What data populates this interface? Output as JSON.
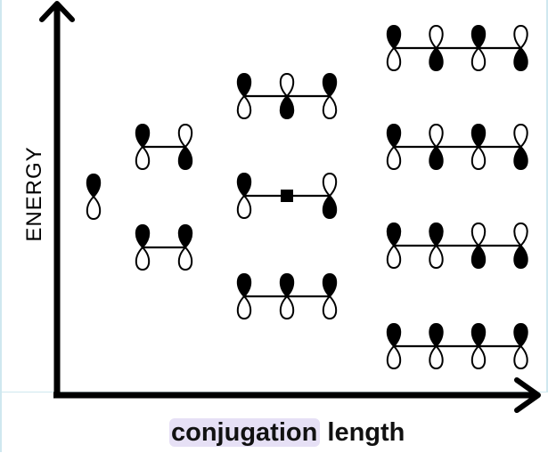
{
  "diagram": {
    "y_axis_label": "ENERGY",
    "x_axis_label_highlight": "conjugation",
    "x_axis_label_rest": " length",
    "columns": [
      {
        "orbitals": [
          {
            "lobes": [
              "up"
            ]
          }
        ]
      },
      {
        "orbitals": [
          {
            "lobes": [
              "up",
              "down"
            ]
          },
          {
            "lobes": [
              "up",
              "up"
            ]
          }
        ]
      },
      {
        "orbitals": [
          {
            "lobes": [
              "up",
              "down",
              "up"
            ]
          },
          {
            "lobes": [
              "up",
              "node",
              "down"
            ]
          },
          {
            "lobes": [
              "up",
              "up",
              "up"
            ]
          }
        ]
      },
      {
        "orbitals": [
          {
            "lobes": [
              "up",
              "down",
              "up",
              "down"
            ]
          },
          {
            "lobes": [
              "up",
              "down",
              "up",
              "down"
            ]
          },
          {
            "lobes": [
              "up",
              "up",
              "down",
              "down"
            ]
          },
          {
            "lobes": [
              "up",
              "up",
              "up",
              "up"
            ]
          }
        ]
      }
    ]
  }
}
